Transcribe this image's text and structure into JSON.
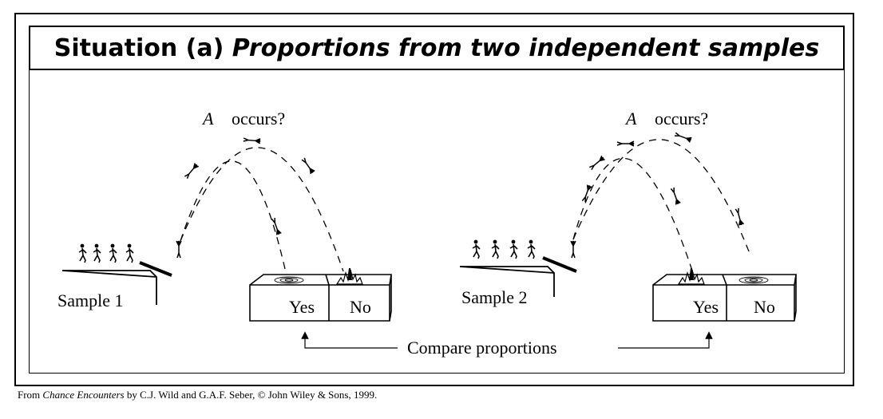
{
  "title": {
    "prefix": "Situation (a) ",
    "emphasis": "Proportions from two independent samples"
  },
  "samples": [
    {
      "label": "Sample 1",
      "event_letter": "A",
      "event_text": "occurs?",
      "yes_label": "Yes",
      "no_label": "No"
    },
    {
      "label": "Sample 2",
      "event_letter": "A",
      "event_text": "occurs?",
      "yes_label": "Yes",
      "no_label": "No"
    }
  ],
  "compare_label": "Compare proportions",
  "footer": {
    "prefix": "From ",
    "book": "Chance Encounters",
    "rest": " by C.J. Wild and G.A.F. Seber, © John Wiley & Sons, 1999."
  }
}
